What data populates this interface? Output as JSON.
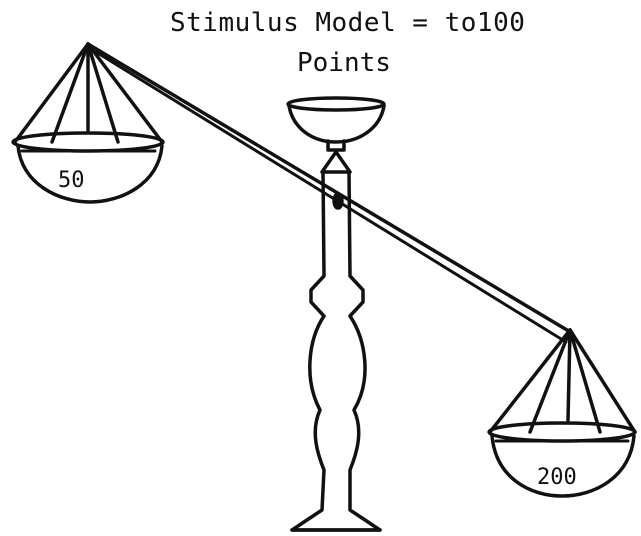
{
  "title": "Stimulus Model = to100",
  "subtitle": "Points",
  "left_pan": {
    "label": "50"
  },
  "right_pan": {
    "label": "200"
  }
}
